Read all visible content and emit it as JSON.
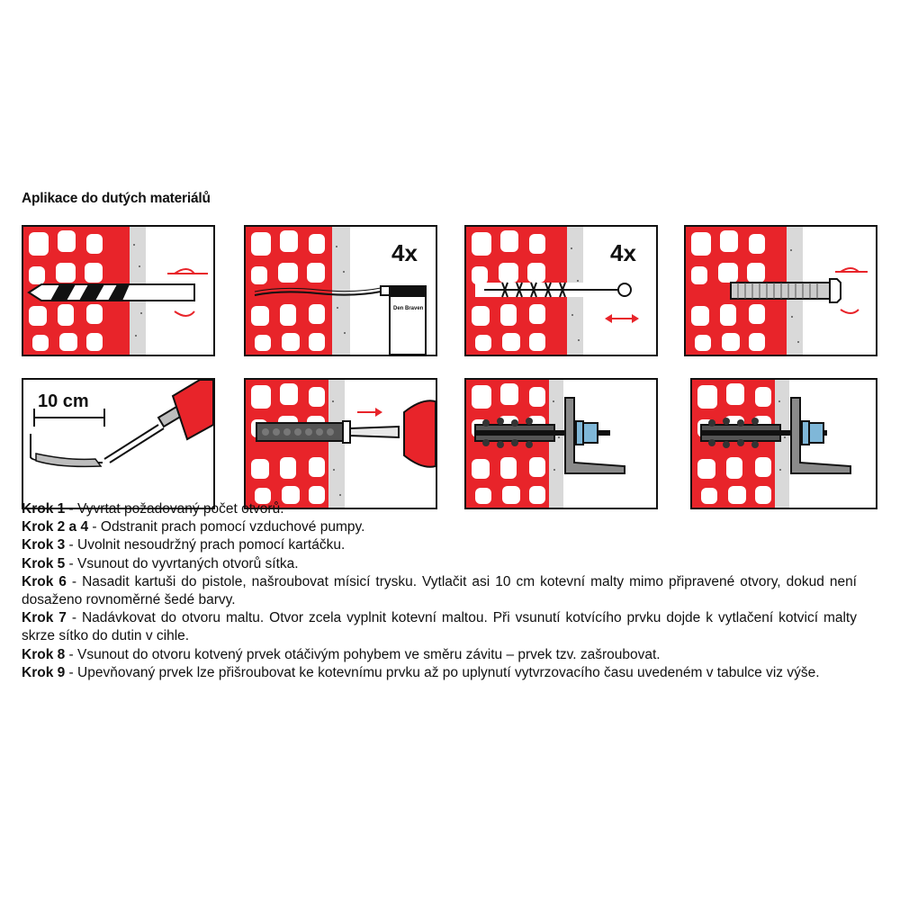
{
  "title": "Aplikace do dutých materiálů",
  "panels": {
    "p1": {
      "name": "drill-hole"
    },
    "p2": {
      "name": "blow-out-dust",
      "count": "4x",
      "pump_brand": "Den Braven"
    },
    "p3": {
      "name": "brush-hole",
      "count": "4x"
    },
    "p4": {
      "name": "insert-sleeve"
    },
    "p5": {
      "name": "extrude-mortar",
      "length": "10 cm"
    },
    "p6": {
      "name": "inject-mortar"
    },
    "p7": {
      "name": "insert-anchor-rod"
    },
    "p8": {
      "name": "attach-fixture"
    }
  },
  "steps": [
    {
      "label": "Krok 1",
      "text": " - Vyvrtat požadovaný počet otvorů."
    },
    {
      "label": "Krok 2 a 4",
      "text": " - Odstranit prach pomocí vzduchové pumpy."
    },
    {
      "label": "Krok 3",
      "text": " - Uvolnit nesoudržný prach pomocí kartáčku."
    },
    {
      "label": "Krok 5",
      "text": " - Vsunout do vyvrtaných otvorů sítka."
    },
    {
      "label": "Krok 6",
      "text": " - Nasadit kartuši do pistole, našroubovat mísicí trysku. Vytlačit asi 10 cm kotevní malty mimo připravené otvory, dokud není dosaženo rovnoměrné šedé barvy."
    },
    {
      "label": "Krok 7",
      "text": " - Nadávkovat do otvoru maltu. Otvor zcela vyplnit kotevní maltou. Při vsunutí kotvícího prvku dojde k vytlačení kotvicí malty skrze sítko do dutin v cihle."
    },
    {
      "label": "Krok 8",
      "text": " - Vsunout do otvoru kotvený prvek otáčivým pohybem ve směru závitu – prvek tzv. zašroubovat."
    },
    {
      "label": "Krok 9",
      "text": " - Upevňovaný prvek lze přišroubovat ke kotevnímu prvku až po uplynutí vytvrzovacího času uvedeném v tabulce viz výše."
    }
  ],
  "colors": {
    "brick": "#e8242a",
    "ink": "#111111",
    "plaster": "#d9d9d9",
    "metal": "#8a8a8a",
    "nut": "#7fb7d8"
  }
}
